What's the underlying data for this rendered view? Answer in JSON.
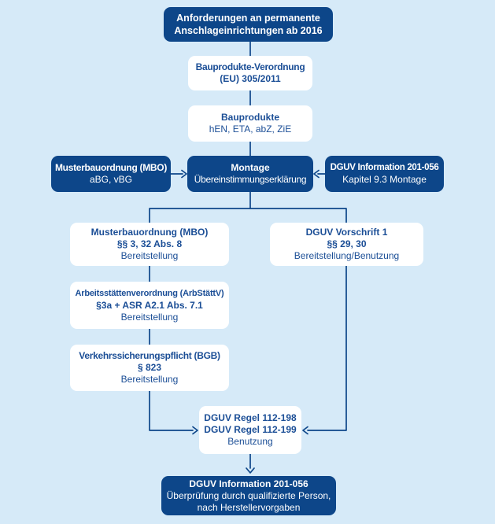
{
  "title": "Anforderungen an permanente Anschlageinrichtungen ab 2016",
  "colors": {
    "background": "#d6eaf8",
    "box_dark": "#0d4689",
    "box_light": "#ffffff",
    "text_on_dark": "#ffffff",
    "text_on_light": "#1b4e96",
    "connector": "#0d4689"
  },
  "nodes": {
    "anforderungen": {
      "line1": "Anforderungen an permanente",
      "line2": "Anschlageinrichtungen ab 2016"
    },
    "bauprodukte_vo": {
      "line1": "Bauprodukte-Verordnung",
      "line2": "(EU) 305/2011"
    },
    "bauprodukte": {
      "line1": "Bauprodukte",
      "line2": "hEN, ETA, abZ, ZiE"
    },
    "mbo": {
      "line1": "Musterbauordnung (MBO)",
      "line2": "aBG, vBG"
    },
    "montage": {
      "line1": "Montage",
      "line2": "Übereinstimmungserklärung"
    },
    "dguv_info_montage": {
      "line1": "DGUV Information 201-056",
      "line2": "Kapitel 9.3 Montage"
    },
    "mbo_bereitstellung": {
      "line1": "Musterbauordnung (MBO)",
      "line2": "§§ 3, 32 Abs. 8",
      "line3": "Bereitstellung"
    },
    "dguv_vorschrift1": {
      "line1": "DGUV Vorschrift 1",
      "line2": "§§ 29, 30",
      "line3": "Bereitstellung/Benutzung"
    },
    "arbstaettv": {
      "line1": "Arbeitsstättenverordnung (ArbStättV)",
      "line2": "§3a + ASR A2.1 Abs. 7.1",
      "line3": "Bereitstellung"
    },
    "verkehrssicherung": {
      "line1": "Verkehrssicherungspflicht (BGB)",
      "line2": "§ 823",
      "line3": "Bereitstellung"
    },
    "dguv_regeln": {
      "line1": "DGUV Regel 112-198",
      "line2": "DGUV Regel 112-199",
      "line3": "Benutzung"
    },
    "dguv_info_pruefung": {
      "line1": "DGUV Information 201-056",
      "line2": "Überprüfung durch qualifizierte Person,",
      "line3": "nach Herstellervorgaben"
    }
  },
  "edges": [
    {
      "from": "anforderungen",
      "to": "bauprodukte_vo",
      "arrow": false
    },
    {
      "from": "bauprodukte_vo",
      "to": "bauprodukte",
      "arrow": false
    },
    {
      "from": "bauprodukte",
      "to": "montage",
      "arrow": false
    },
    {
      "from": "mbo",
      "to": "montage",
      "arrow": true
    },
    {
      "from": "dguv_info_montage",
      "to": "montage",
      "arrow": true
    },
    {
      "from": "montage",
      "to": "mbo_bereitstellung",
      "arrow": false
    },
    {
      "from": "montage",
      "to": "dguv_vorschrift1",
      "arrow": false
    },
    {
      "from": "mbo_bereitstellung",
      "to": "arbstaettv",
      "arrow": false
    },
    {
      "from": "arbstaettv",
      "to": "verkehrssicherung",
      "arrow": false
    },
    {
      "from": "verkehrssicherung",
      "to": "dguv_regeln",
      "arrow": true
    },
    {
      "from": "dguv_vorschrift1",
      "to": "dguv_regeln",
      "arrow": true
    },
    {
      "from": "dguv_regeln",
      "to": "dguv_info_pruefung",
      "arrow": true
    }
  ]
}
